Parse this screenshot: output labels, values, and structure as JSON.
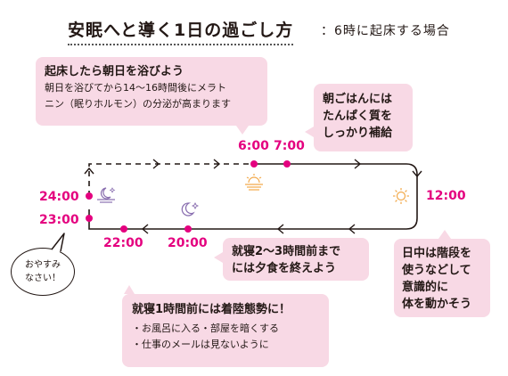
{
  "title": "安眠へと導く1日の過ごし方",
  "subtitle": "：6時に起床する場合",
  "colors": {
    "accent": "#e4007f",
    "bubble": "#f8d9e5",
    "line": "#231815",
    "icon_sun": "#f2a94a",
    "icon_night": "#8a6fb0"
  },
  "bubbles": {
    "wake": {
      "main": "起床したら朝日を浴びよう",
      "sub_lines": [
        "朝日を浴びてから14〜16時間後にメラト",
        "ニン（眠りホルモン）の分泌が高まります"
      ]
    },
    "breakfast": {
      "lines": [
        "朝ごはんには",
        "たんぱく質を",
        "しっかり補給"
      ]
    },
    "daytime": {
      "lines": [
        "日中は階段を",
        "使うなどして",
        "意識的に",
        "体を動かそう"
      ]
    },
    "dinner": {
      "lines": [
        "就寝2〜3時間前まで",
        "には夕食を終えよう"
      ]
    },
    "prebed": {
      "main": "就寝1時間前には着陸態勢に！",
      "sub_lines": [
        "・お風呂に入る・部屋を暗くする",
        "・仕事のメールは見ないように"
      ]
    }
  },
  "speech": {
    "lines": [
      "おやすみ",
      "なさい！"
    ]
  },
  "times": {
    "t0600": "6:00",
    "t0700": "7:00",
    "t1200": "12:00",
    "t2000": "20:00",
    "t2200": "22:00",
    "t2300": "23:00",
    "t2400": "24:00"
  },
  "icons": {
    "sunrise": "sunrise-icon",
    "sun": "sun-icon",
    "moon_20": "crescent-moon-icon",
    "moon_24": "moon-over-horizon-icon"
  }
}
